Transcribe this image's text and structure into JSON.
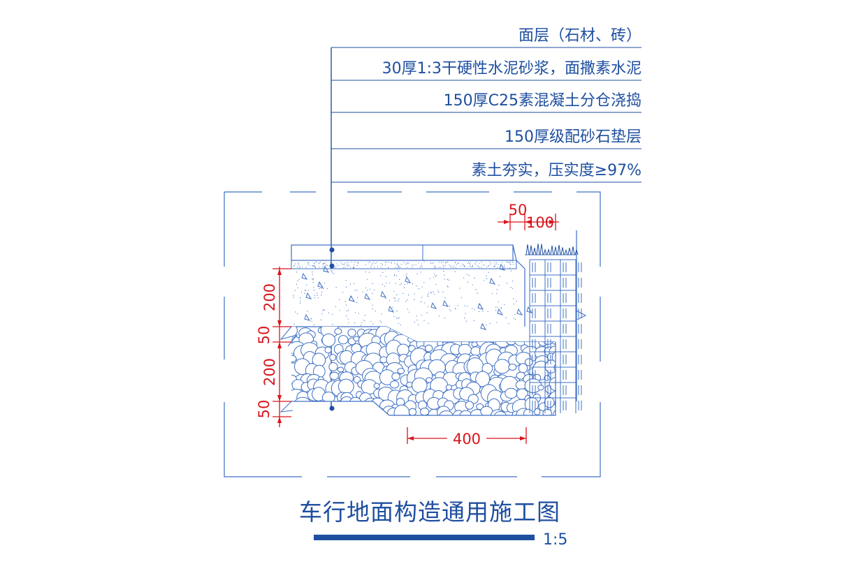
{
  "annotations": [
    "面层（石材、砖）",
    "30厚1:3干硬性水泥砂浆，面撒素水泥",
    "150厚C25素混凝土分仓浇捣",
    "150厚级配砂石垫层",
    "素土夯实，压实度≥97%"
  ],
  "dimensions": {
    "top_a": "50",
    "top_b": "100",
    "left_1": "200",
    "left_2": "50",
    "left_3": "200",
    "left_4": "50",
    "bottom": "400"
  },
  "title": "车行地面构造通用施工图",
  "scale": "1:5",
  "colors": {
    "line": "#3d6fc4",
    "text": "#1f4fa0",
    "dimension": "#d8141c",
    "title_bar": "#1f4fa0"
  }
}
